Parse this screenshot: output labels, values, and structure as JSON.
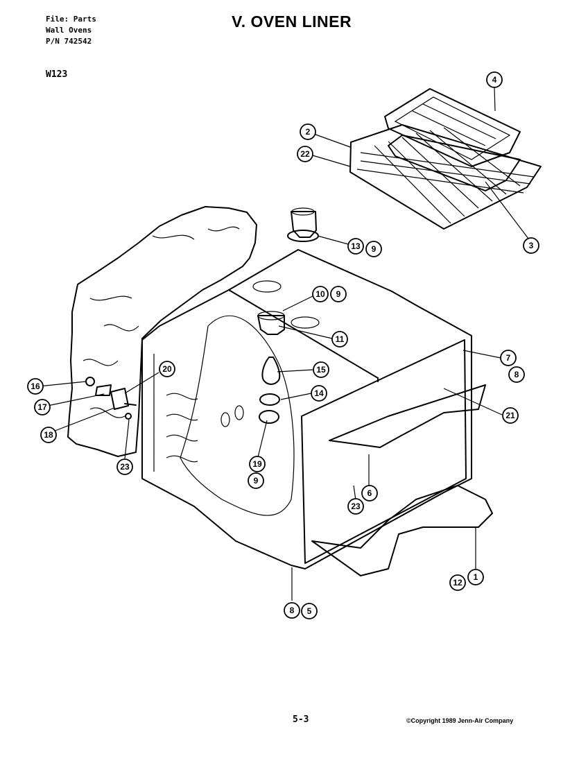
{
  "header": {
    "file_line": "File: Parts",
    "category_line": "Wall Ovens",
    "pn_line": "P/N 742542"
  },
  "title": "V. OVEN LINER",
  "model": "W123",
  "footer": {
    "page_number": "5-3",
    "copyright": "©Copyright 1989 Jenn-Air Company"
  },
  "callouts": [
    "4",
    "2",
    "22",
    "3",
    "13",
    "9",
    "10",
    "9",
    "11",
    "7",
    "8",
    "15",
    "16",
    "20",
    "17",
    "14",
    "21",
    "18",
    "23",
    "19",
    "9",
    "6",
    "23",
    "12",
    "1",
    "8",
    "5"
  ]
}
